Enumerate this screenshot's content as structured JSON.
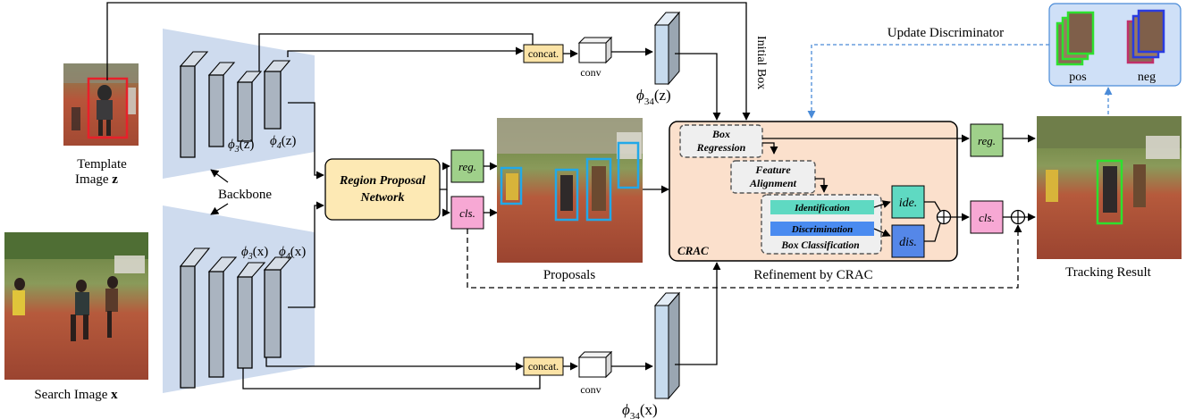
{
  "labels": {
    "template_image_line1": "Template",
    "template_image_line2": "Image",
    "template_image_symbol": "z",
    "search_image_line1": "Search Image",
    "search_image_symbol": "x",
    "backbone": "Backbone",
    "phi3_z": "ϕ",
    "phi3_z_sub": "3",
    "phi3_z_arg": "(z)",
    "phi4_z": "ϕ",
    "phi4_z_sub": "4",
    "phi4_z_arg": "(z)",
    "phi3_x": "ϕ",
    "phi3_x_sub": "3",
    "phi3_x_arg": "(x)",
    "phi4_x": "ϕ",
    "phi4_x_sub": "4",
    "phi4_x_arg": "(x)",
    "concat_top": "concat.",
    "concat_bottom": "concat.",
    "conv_top": "conv",
    "conv_bottom": "conv",
    "phi34_z": "ϕ",
    "phi34_z_sub": "34",
    "phi34_z_arg": "(z)",
    "phi34_x": "ϕ",
    "phi34_x_sub": "34",
    "phi34_x_arg": "(x)",
    "rpn_line1": "Region Proposal",
    "rpn_line2": "Network",
    "reg_rpn": "reg.",
    "cls_rpn": "cls.",
    "proposals": "Proposals",
    "initial_box": "Initial Box",
    "update_discriminator": "Update Discriminator",
    "pos": "pos",
    "neg": "neg",
    "box_regression_line1": "Box",
    "box_regression_line2": "Regression",
    "feature_alignment_line1": "Feature",
    "feature_alignment_line2": "Alignment",
    "identification": "Identification",
    "discrimination": "Discrimination",
    "box_classification": "Box Classification",
    "ide": "ide.",
    "dis": "dis.",
    "crac": "CRAC",
    "refinement": "Refinement by CRAC",
    "reg_out": "reg.",
    "cls_out": "cls.",
    "tracking_result": "Tracking Result"
  },
  "colors": {
    "backbone_fill": "#c9d7ec",
    "concat_fill": "#fbe3a6",
    "rpn_fill": "#fde9b4",
    "reg_fill": "#9fd08a",
    "cls_fill": "#f7a8d4",
    "crac_fill": "#fbe0cc",
    "identification_fill": "#5fd9c2",
    "discrimination_fill": "#4a8bf0",
    "ide_fill": "#5fd9c2",
    "dis_fill": "#5587e8",
    "feature_map_fill": "#c7dbee",
    "discriminator_panel_fill": "#cfe0f7",
    "template_box": "#e8202a",
    "proposal_box": "#22a8e8",
    "result_box": "#2ee02e",
    "pos_box": "#2ee02e",
    "neg_box": "#2a3ce0"
  }
}
